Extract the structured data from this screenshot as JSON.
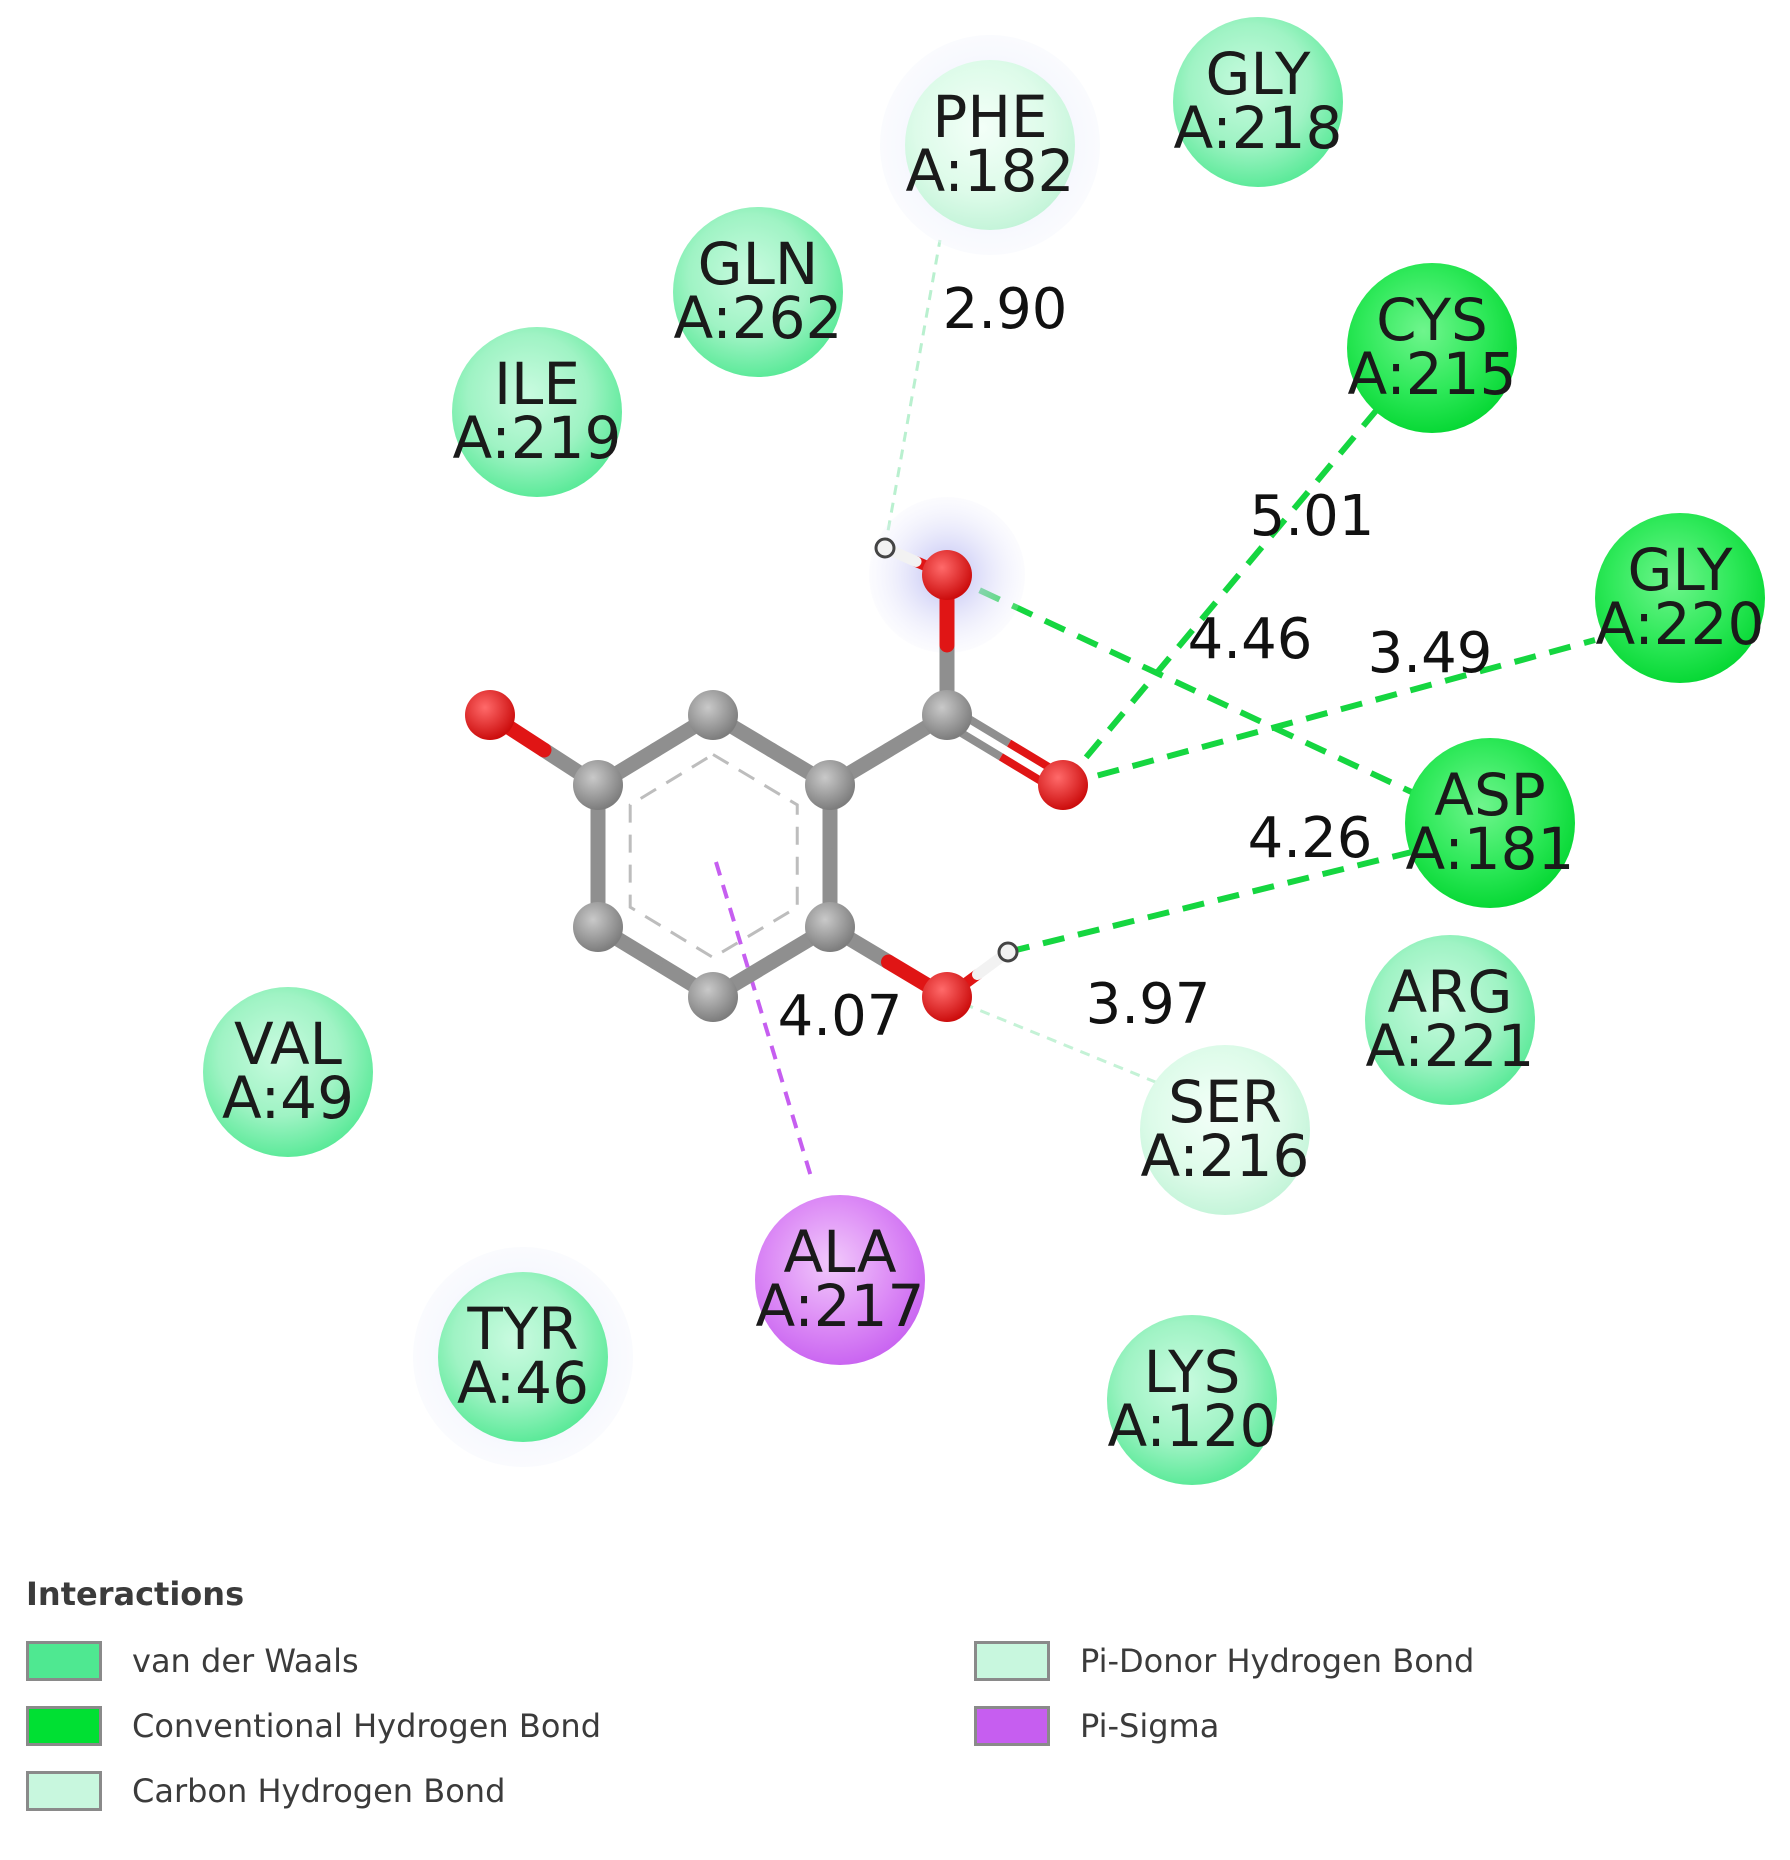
{
  "residues": [
    {
      "id": "phe182",
      "name": "PHE",
      "chain_id": "A:182",
      "type": "pi_donor_hydrogen_bond",
      "halo": true
    },
    {
      "id": "gly218",
      "name": "GLY",
      "chain_id": "A:218",
      "type": "van_der_waals",
      "halo": false
    },
    {
      "id": "gln262",
      "name": "GLN",
      "chain_id": "A:262",
      "type": "van_der_waals",
      "halo": false
    },
    {
      "id": "ile219",
      "name": "ILE",
      "chain_id": "A:219",
      "type": "van_der_waals",
      "halo": false
    },
    {
      "id": "cys215",
      "name": "CYS",
      "chain_id": "A:215",
      "type": "conventional_hydrogen_bond",
      "halo": false
    },
    {
      "id": "gly220",
      "name": "GLY",
      "chain_id": "A:220",
      "type": "conventional_hydrogen_bond",
      "halo": false
    },
    {
      "id": "asp181",
      "name": "ASP",
      "chain_id": "A:181",
      "type": "conventional_hydrogen_bond",
      "halo": false
    },
    {
      "id": "arg221",
      "name": "ARG",
      "chain_id": "A:221",
      "type": "van_der_waals",
      "halo": false
    },
    {
      "id": "ser216",
      "name": "SER",
      "chain_id": "A:216",
      "type": "carbon_hydrogen_bond",
      "halo": false
    },
    {
      "id": "val49",
      "name": "VAL",
      "chain_id": "A:49",
      "type": "van_der_waals",
      "halo": false
    },
    {
      "id": "tyr46",
      "name": "TYR",
      "chain_id": "A:46",
      "type": "van_der_waals",
      "halo": true
    },
    {
      "id": "ala217",
      "name": "ALA",
      "chain_id": "A:217",
      "type": "pi_sigma",
      "halo": false
    },
    {
      "id": "lys120",
      "name": "LYS",
      "chain_id": "A:120",
      "type": "van_der_waals",
      "halo": false
    }
  ],
  "distances": [
    {
      "id": "d-phe182",
      "value": "2.90",
      "type": "pi_donor_hydrogen_bond"
    },
    {
      "id": "d-cys215",
      "value": "5.01",
      "type": "conventional_hydrogen_bond"
    },
    {
      "id": "d-asp181-top",
      "value": "4.46",
      "type": "conventional_hydrogen_bond"
    },
    {
      "id": "d-gly220",
      "value": "3.49",
      "type": "conventional_hydrogen_bond"
    },
    {
      "id": "d-asp181-bottom",
      "value": "4.26",
      "type": "conventional_hydrogen_bond"
    },
    {
      "id": "d-ala217",
      "value": "4.07",
      "type": "pi_sigma"
    },
    {
      "id": "d-ser216",
      "value": "3.97",
      "type": "carbon_hydrogen_bond"
    }
  ],
  "interaction_colors": {
    "van_der_waals": "#4fe891",
    "conventional_hydrogen_bond": "#00e033",
    "carbon_hydrogen_bond": "#c8f7de",
    "pi_donor_hydrogen_bond": "#c8f7de",
    "pi_sigma": "#c65ef0"
  },
  "legend": {
    "title": "Interactions",
    "items": [
      {
        "label": "van der Waals",
        "color": "#4fe891"
      },
      {
        "label": "Conventional Hydrogen Bond",
        "color": "#00e033"
      },
      {
        "label": "Carbon Hydrogen Bond",
        "color": "#c8f7de"
      },
      {
        "label": "Pi-Donor Hydrogen Bond",
        "color": "#c8f7de"
      },
      {
        "label": "Pi-Sigma",
        "color": "#c65ef0"
      }
    ]
  },
  "atom_colors": {
    "carbon": "#8f8f8f",
    "oxygen": "#e01515",
    "hydrogen": "#f2f2f2"
  }
}
